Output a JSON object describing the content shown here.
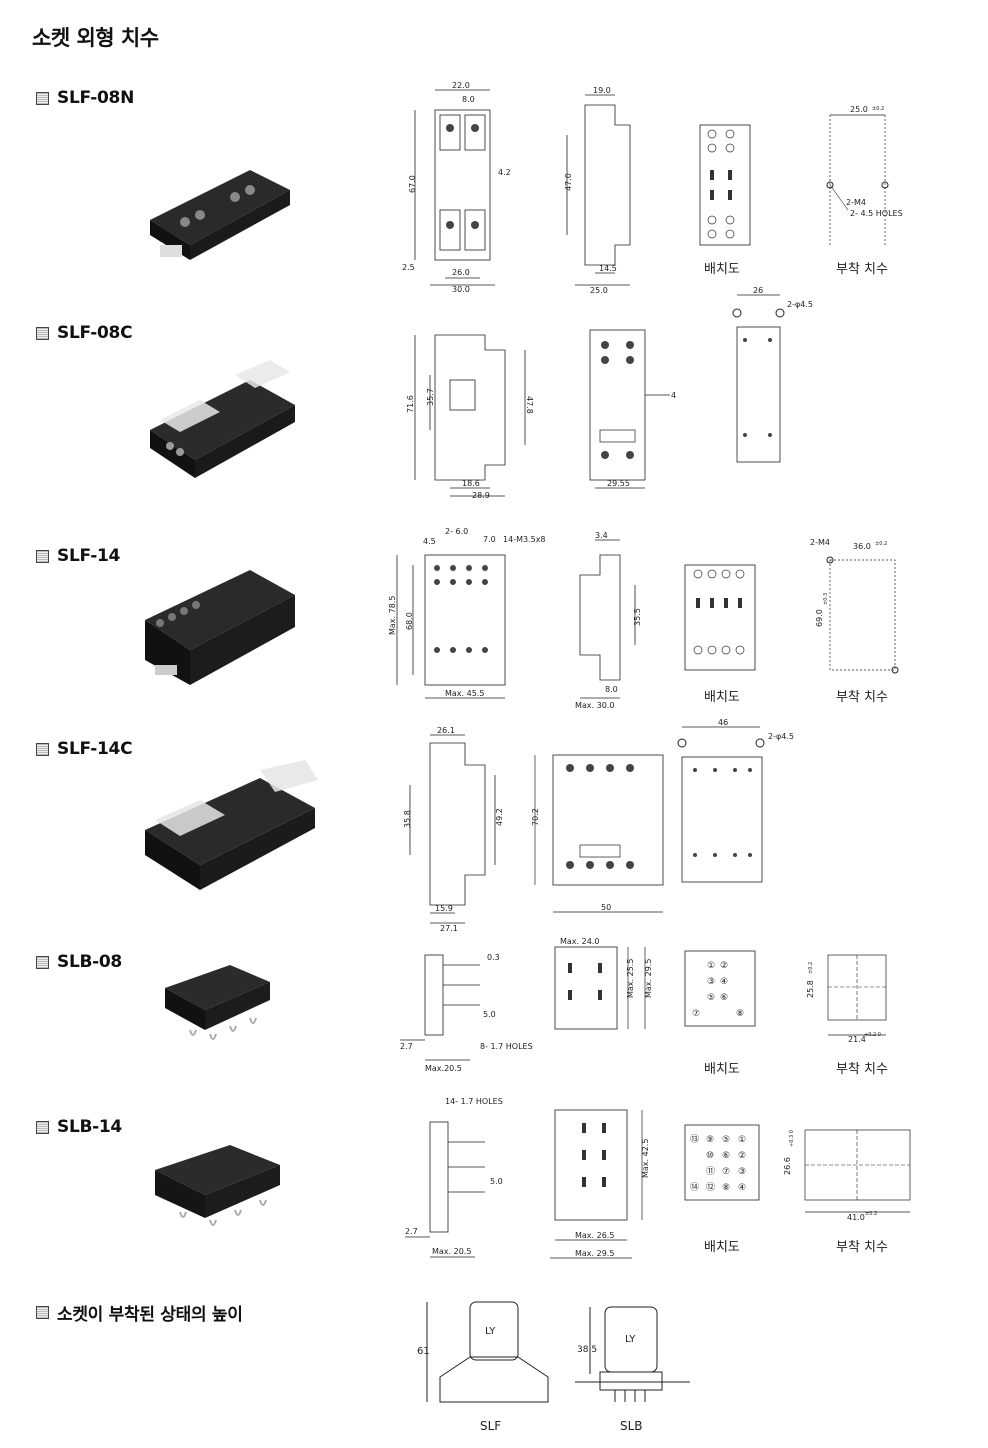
{
  "page_title": "소켓 외형 치수",
  "sections": [
    {
      "name": "SLF-08N"
    },
    {
      "name": "SLF-08C"
    },
    {
      "name": "SLF-14"
    },
    {
      "name": "SLF-14C"
    },
    {
      "name": "SLB-08"
    },
    {
      "name": "SLB-14"
    },
    {
      "name": "소켓이 부착된 상태의 높이"
    }
  ],
  "captions": {
    "layout": "배치도",
    "mounting": "부착 치수"
  },
  "dims": {
    "slf08n_front": {
      "top": "22.0",
      "top2": "8.0",
      "height": "67.0",
      "pin": "4.2",
      "bottom": "26.0",
      "width": "30.0",
      "foot": "2.5"
    },
    "slf08n_side": {
      "top": "19.0",
      "height": "47.0",
      "b1": "14.5",
      "b2": "25.0"
    },
    "slf08n_mount": {
      "top": "25.0",
      "tol": "±0.2",
      "m4": "2-M4",
      "holes": "2-  4.5 HOLES"
    },
    "slf08c_side": {
      "height": "71.6",
      "mid": "35.7",
      "h2": "47.8",
      "b1": "18.6",
      "b2": "28.9"
    },
    "slf08c_front": {
      "width": "29.55",
      "pin": "4"
    },
    "slf08c_mount": {
      "top": "26",
      "holes": "2-φ4.5"
    },
    "slf14_front": {
      "a": "2-  6.0",
      "b": "4.5",
      "c": "7.0",
      "d": "14-M3.5x8",
      "max_h": "Max. 78.5",
      "h": "68.0",
      "w": "Max. 45.5"
    },
    "slf14_side": {
      "top": "3.4",
      "h": "35.5",
      "b": "8.0",
      "w": "Max. 30.0"
    },
    "slf14_mount": {
      "m4": "2-M4",
      "top": "36.0",
      "tol": "±0.2",
      "h": "69.0",
      "htol": "±0.3"
    },
    "slf14c_side": {
      "top": "26.1",
      "h": "35.8",
      "h2": "49.2",
      "b1": "15.9",
      "b2": "27.1"
    },
    "slf14c_front": {
      "h": "70.2",
      "w": "50"
    },
    "slf14c_mount": {
      "top": "46",
      "holes": "2-φ4.5"
    },
    "slb08_side": {
      "t": "0.3",
      "p": "5.0",
      "f": "2.7",
      "holes": "8-  1.7 HOLES",
      "w": "Max.20.5"
    },
    "slb08_front": {
      "top": "Max. 24.0",
      "h1": "Max. 25.5",
      "h2": "Max. 29.5"
    },
    "slb08_mount": {
      "h": "25.8",
      "htol": "±0.2",
      "w": "21.4",
      "wtol": "+0.2 0"
    },
    "slb14_side": {
      "holes": "14-  1.7 HOLES",
      "p": "5.0",
      "f": "2.7",
      "w": "Max. 20.5"
    },
    "slb14_front": {
      "h": "Max. 42.5",
      "w1": "Max. 26.5",
      "w2": "Max. 29.5"
    },
    "slb14_mount": {
      "h": "26.6",
      "htol": "+0.3 0",
      "w": "41.0",
      "wtol": "±0.2"
    },
    "height": {
      "slf_h": "61",
      "slb_h": "38.5",
      "relay": "LY",
      "slf": "SLF",
      "slb": "SLB"
    }
  },
  "pin_numbers_8": [
    "①",
    "②",
    "③",
    "④",
    "⑤",
    "⑥",
    "⑦",
    "⑧"
  ],
  "pin_numbers_14": [
    "⑬",
    "⑨",
    "⑤",
    "①",
    "⑩",
    "⑥",
    "②",
    "⑪",
    "⑦",
    "③",
    "⑭",
    "⑫",
    "⑧",
    "④"
  ]
}
